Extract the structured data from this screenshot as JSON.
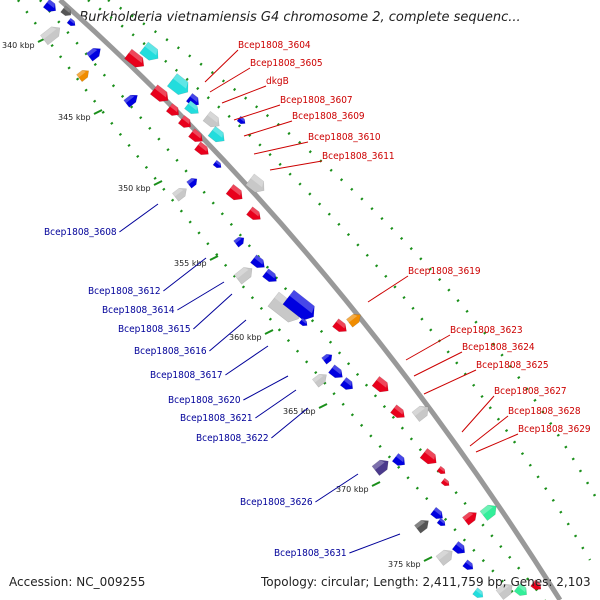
{
  "title": "Burkholderia vietnamiensis G4 chromosome 2, complete sequenc...",
  "footer": {
    "accession": "Accession: NC_009255",
    "topology": "Topology: circular; Length: 2,411,759 bp; Genes: 2,103"
  },
  "colors": {
    "forward_label": "#cc0000",
    "reverse_label": "#000099",
    "ticks": "#1a8f1a",
    "backbone": "#999999",
    "gene_red": "#e8001c",
    "gene_blue": "#0000e0",
    "gene_gray": "#c8c8c8",
    "gene_cyan": "#22dddd",
    "gene_orange": "#f08c00",
    "gene_navy": "#4b3a8c",
    "gene_darkgray": "#555555",
    "gene_green": "#33ee99"
  },
  "kbp_labels": [
    "340 kbp",
    "345 kbp",
    "350 kbp",
    "355 kbp",
    "360 kbp",
    "365 kbp",
    "370 kbp",
    "375 kbp"
  ],
  "forward_labels": [
    "Bcep1808_3604",
    "Bcep1808_3605",
    "dkgB",
    "Bcep1808_3607",
    "Bcep1808_3609",
    "Bcep1808_3610",
    "Bcep1808_3611",
    "Bcep1808_3619",
    "Bcep1808_3623",
    "Bcep1808_3624",
    "Bcep1808_3625",
    "Bcep1808_3627",
    "Bcep1808_3628",
    "Bcep1808_3629"
  ],
  "reverse_labels": [
    "Bcep1808_3608",
    "Bcep1808_3612",
    "Bcep1808_3614",
    "Bcep1808_3615",
    "Bcep1808_3616",
    "Bcep1808_3617",
    "Bcep1808_3620",
    "Bcep1808_3621",
    "Bcep1808_3622",
    "Bcep1808_3626",
    "Bcep1808_3631"
  ]
}
